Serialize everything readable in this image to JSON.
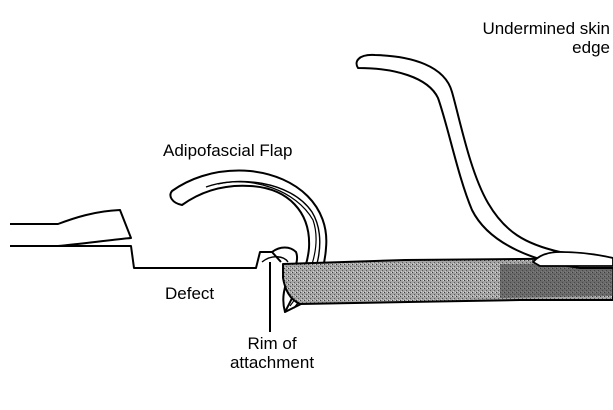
{
  "labels": {
    "skin_edge_line1": "Undermined skin",
    "skin_edge_line2": "edge",
    "flap": "Adipofascial Flap",
    "defect": "Defect",
    "rim_line1": "Rim of",
    "rim_line2": "attachment"
  },
  "colors": {
    "ink": "#000000",
    "background": "#ffffff",
    "fat_layer": "#9a9a9a"
  }
}
